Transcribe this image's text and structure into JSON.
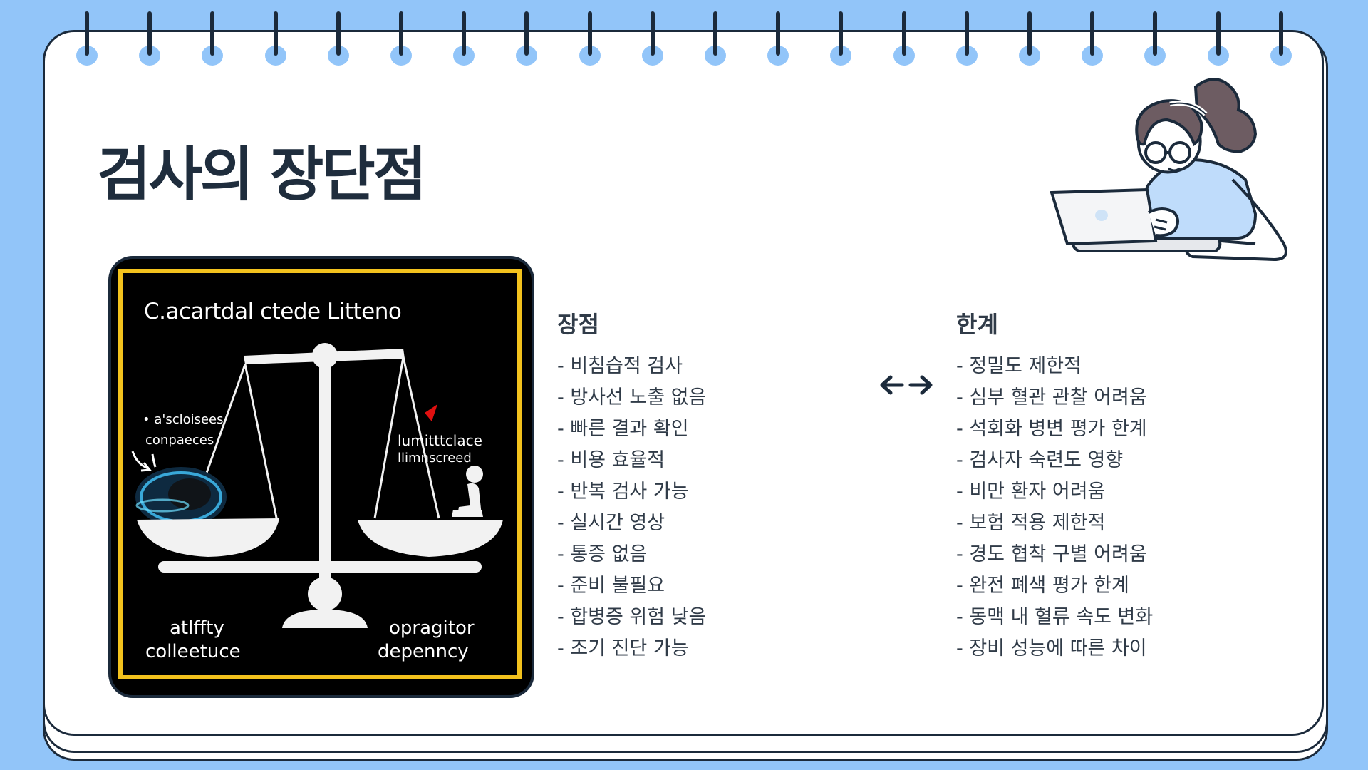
{
  "title": "검사의 장단점",
  "figure": {
    "heading": "C.acartdal ctede Litteno",
    "left_note": [
      "• a'scloisees",
      "conpaeces"
    ],
    "right_note": [
      "lumitttclace",
      "llimnscreed"
    ],
    "bottom_left": [
      "atlffty",
      "colleetuce"
    ],
    "bottom_right": [
      "opragitor",
      "depenncy"
    ]
  },
  "pros": {
    "heading": "장점",
    "items": [
      "- 비침습적 검사",
      "- 방사선 노출 없음",
      "- 빠른 결과 확인",
      "- 비용 효율적",
      "- 반복 검사 가능",
      "- 실시간 영상",
      "- 통증 없음",
      "- 준비 불필요",
      "- 합병증 위험 낮음",
      "- 조기 진단 가능"
    ]
  },
  "cons": {
    "heading": "한계",
    "items": [
      "- 정밀도 제한적",
      "- 심부 혈관 관찰 어려움",
      "- 석회화 병변 평가 한계",
      "- 검사자 숙련도 영향",
      "- 비만 환자 어려움",
      "- 보험 적용 제한적",
      "- 경도 협착 구별 어려움",
      "- 완전 폐색 평가 한계",
      "- 동맥 내 혈류 속도 변화",
      "- 장비 성능에 따른 차이"
    ]
  },
  "icons": {
    "arrows": "double-arrow-icon",
    "illustration": "woman-laptop-illustration"
  },
  "colors": {
    "background": "#92c5f9",
    "page": "#ffffff",
    "outline": "#1b2a3b",
    "frame": "#f3c21d",
    "text": "#303b48"
  }
}
